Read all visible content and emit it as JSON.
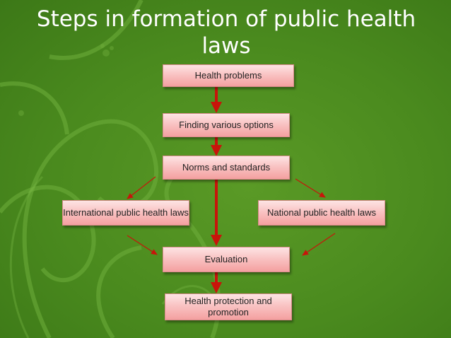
{
  "slide": {
    "title": "Steps in formation of public health laws"
  },
  "flowchart": {
    "boxes": {
      "health_problems": "Health problems",
      "finding_options": "Finding various options",
      "norms_standards": "Norms and standards",
      "international_laws": "International public health laws",
      "national_laws": "National public health laws",
      "evaluation": "Evaluation",
      "protection_promotion": "Health protection and promotion"
    }
  },
  "colors": {
    "background": "#4a8a1e",
    "box_fill": "#f9c3c3",
    "arrow": "#c8140a"
  }
}
